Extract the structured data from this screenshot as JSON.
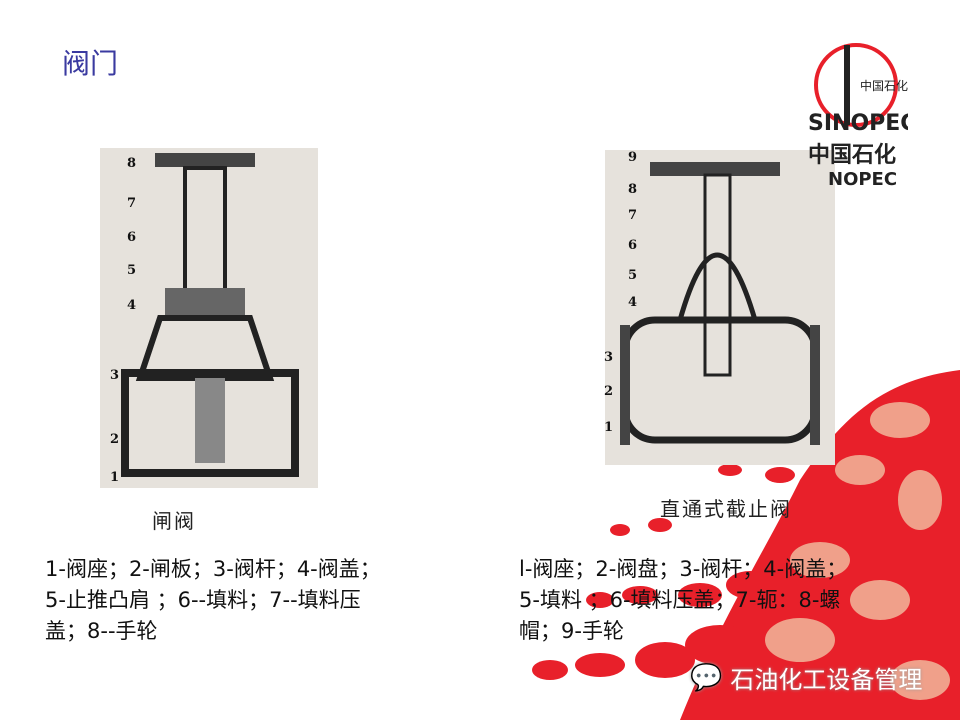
{
  "title": "阀门",
  "logo": {
    "top": "中国石化",
    "name": "SINOPEC",
    "small": "中国石化"
  },
  "gate_valve": {
    "caption": "闸阀",
    "labels": [
      "8",
      "7",
      "6",
      "5",
      "4",
      "3",
      "2",
      "1"
    ],
    "description": [
      "1-阀座；2-闸板；3-阀杆；4-阀盖；",
      "5-止推凸肩 ；6--填料；7--填料压",
      "盖；8--手轮"
    ]
  },
  "globe_valve": {
    "caption": "直通式截止阀",
    "labels": [
      "9",
      "8",
      "7",
      "6",
      "5",
      "4",
      "3",
      "2",
      "1"
    ],
    "description": [
      "l-阀座；2-阀盘；3-阀杆；4-阀盖；",
      "5-填料 ；6-填料压盖；7-轭：8-螺",
      "帽；9-手轮"
    ]
  },
  "watermark": "石油化工设备管理",
  "colors": {
    "accent": "#e8202a",
    "title": "#3a3aa0",
    "salmon": "#f0a08a"
  }
}
